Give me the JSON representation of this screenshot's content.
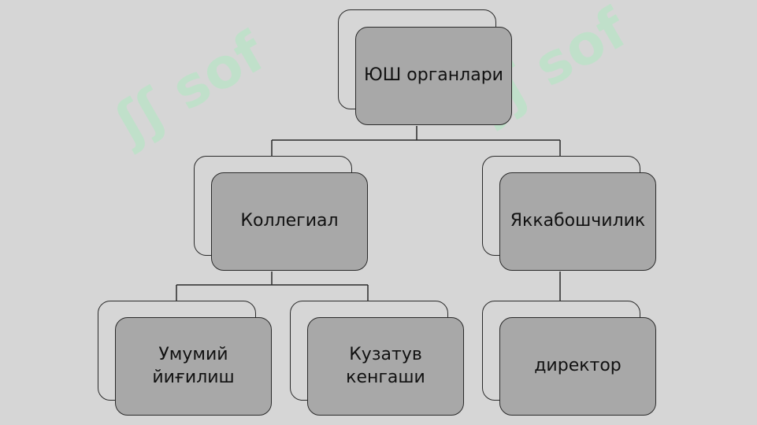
{
  "nodes": {
    "root": "ЮШ органлари",
    "collegial": "Коллегиал",
    "sole": "Яккабошчилик",
    "general_meeting": "Умумий\nйиғилиш",
    "supervisory_board": "Кузатув\nкенгаши",
    "director": "директор"
  },
  "watermark": "sof"
}
